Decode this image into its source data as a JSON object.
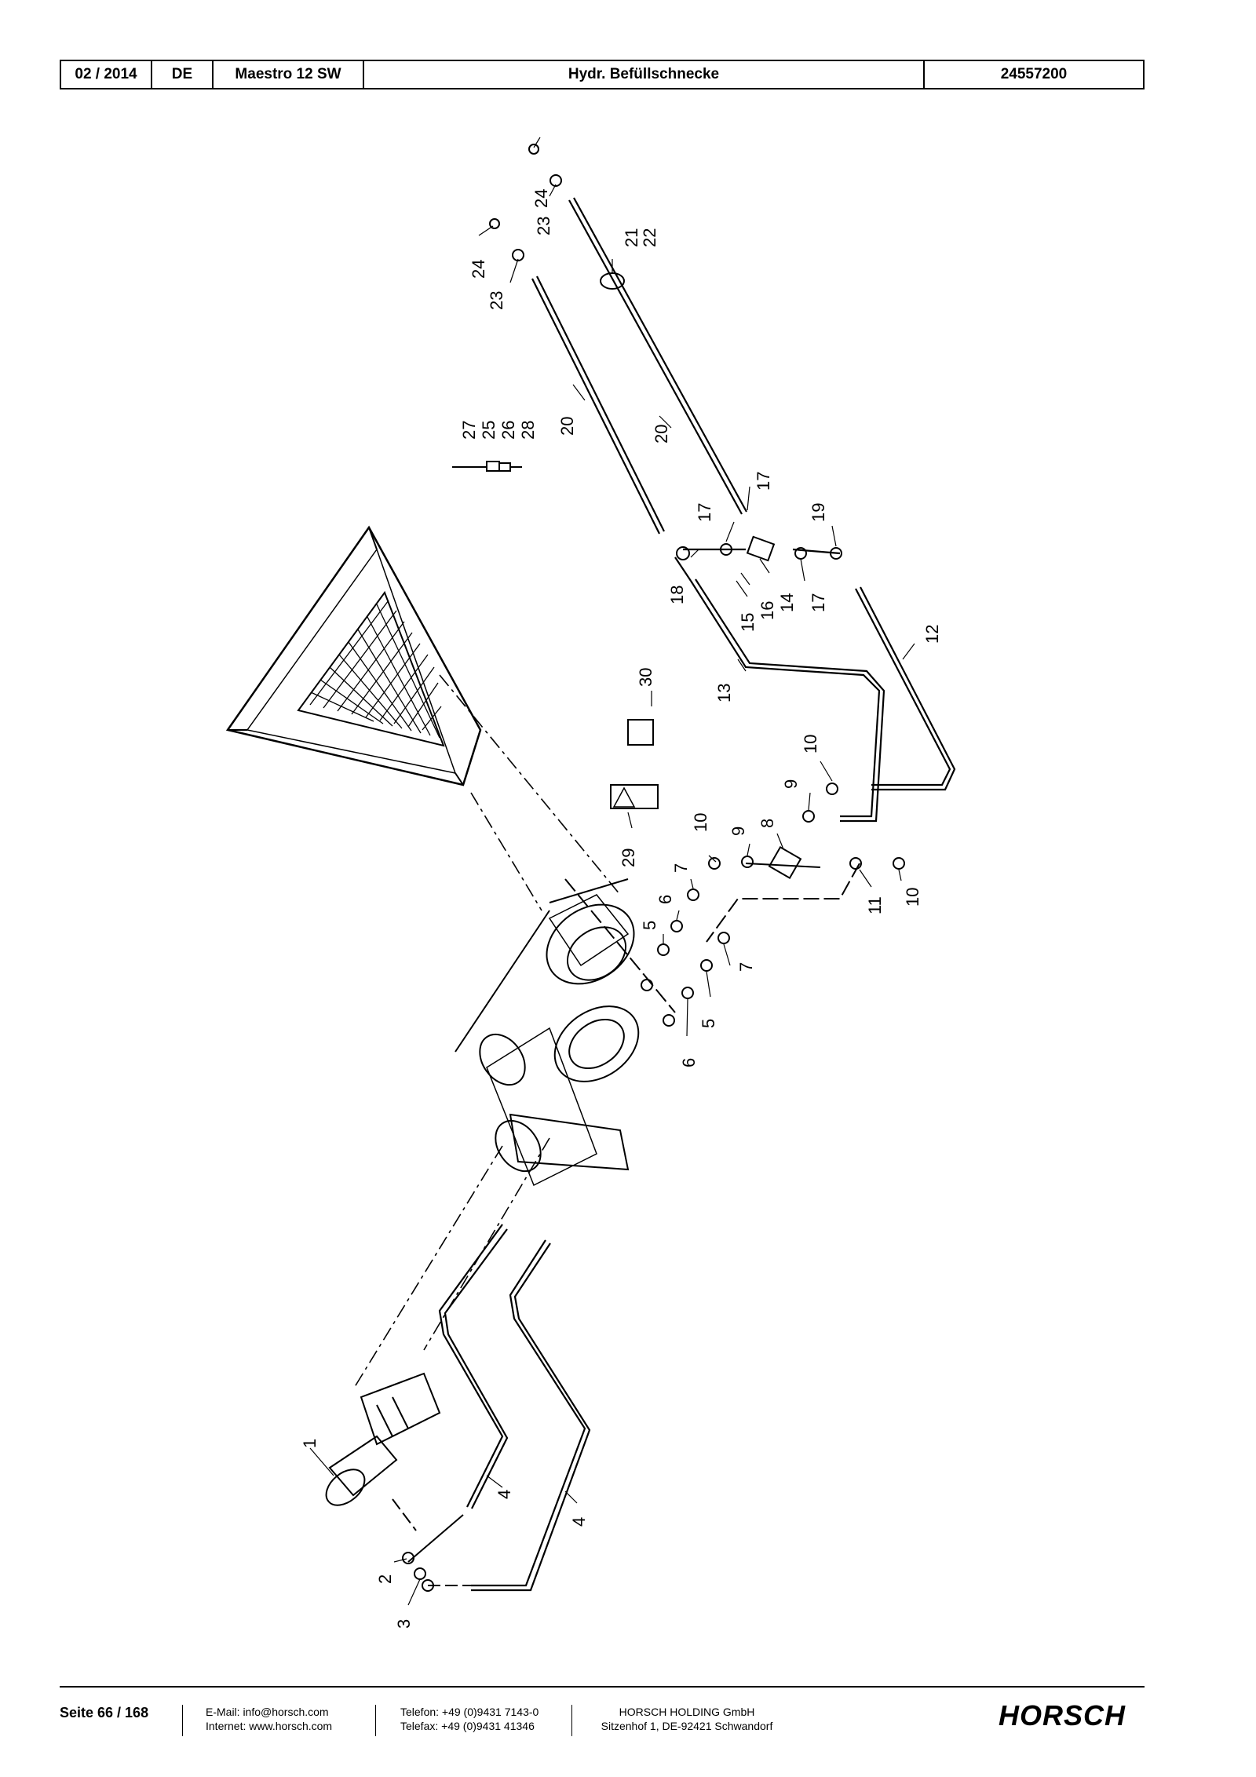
{
  "header": {
    "date": "02 / 2014",
    "language": "DE",
    "model": "Maestro 12 SW",
    "title": "Hydr. Befüllschnecke",
    "document_number": "24557200"
  },
  "drawing": {
    "callouts": [
      "1",
      "2",
      "3",
      "4",
      "4",
      "5",
      "5",
      "6",
      "6",
      "7",
      "7",
      "8",
      "9",
      "9",
      "10",
      "10",
      "10",
      "11",
      "12",
      "13",
      "14",
      "15",
      "16",
      "17",
      "17",
      "17",
      "18",
      "19",
      "20",
      "20",
      "21",
      "22",
      "23",
      "23",
      "24",
      "24",
      "25",
      "26",
      "27",
      "28",
      "29",
      "30"
    ]
  },
  "footer": {
    "page": "Seite 66 / 168",
    "email": "E-Mail: info@horsch.com",
    "internet": "Internet: www.horsch.com",
    "phone": "Telefon: +49 (0)9431 7143-0",
    "fax": "Telefax: +49 (0)9431 41346",
    "company": "HORSCH HOLDING GmbH",
    "address": "Sitzenhof 1, DE-92421 Schwandorf",
    "logo": "HORSCH"
  }
}
